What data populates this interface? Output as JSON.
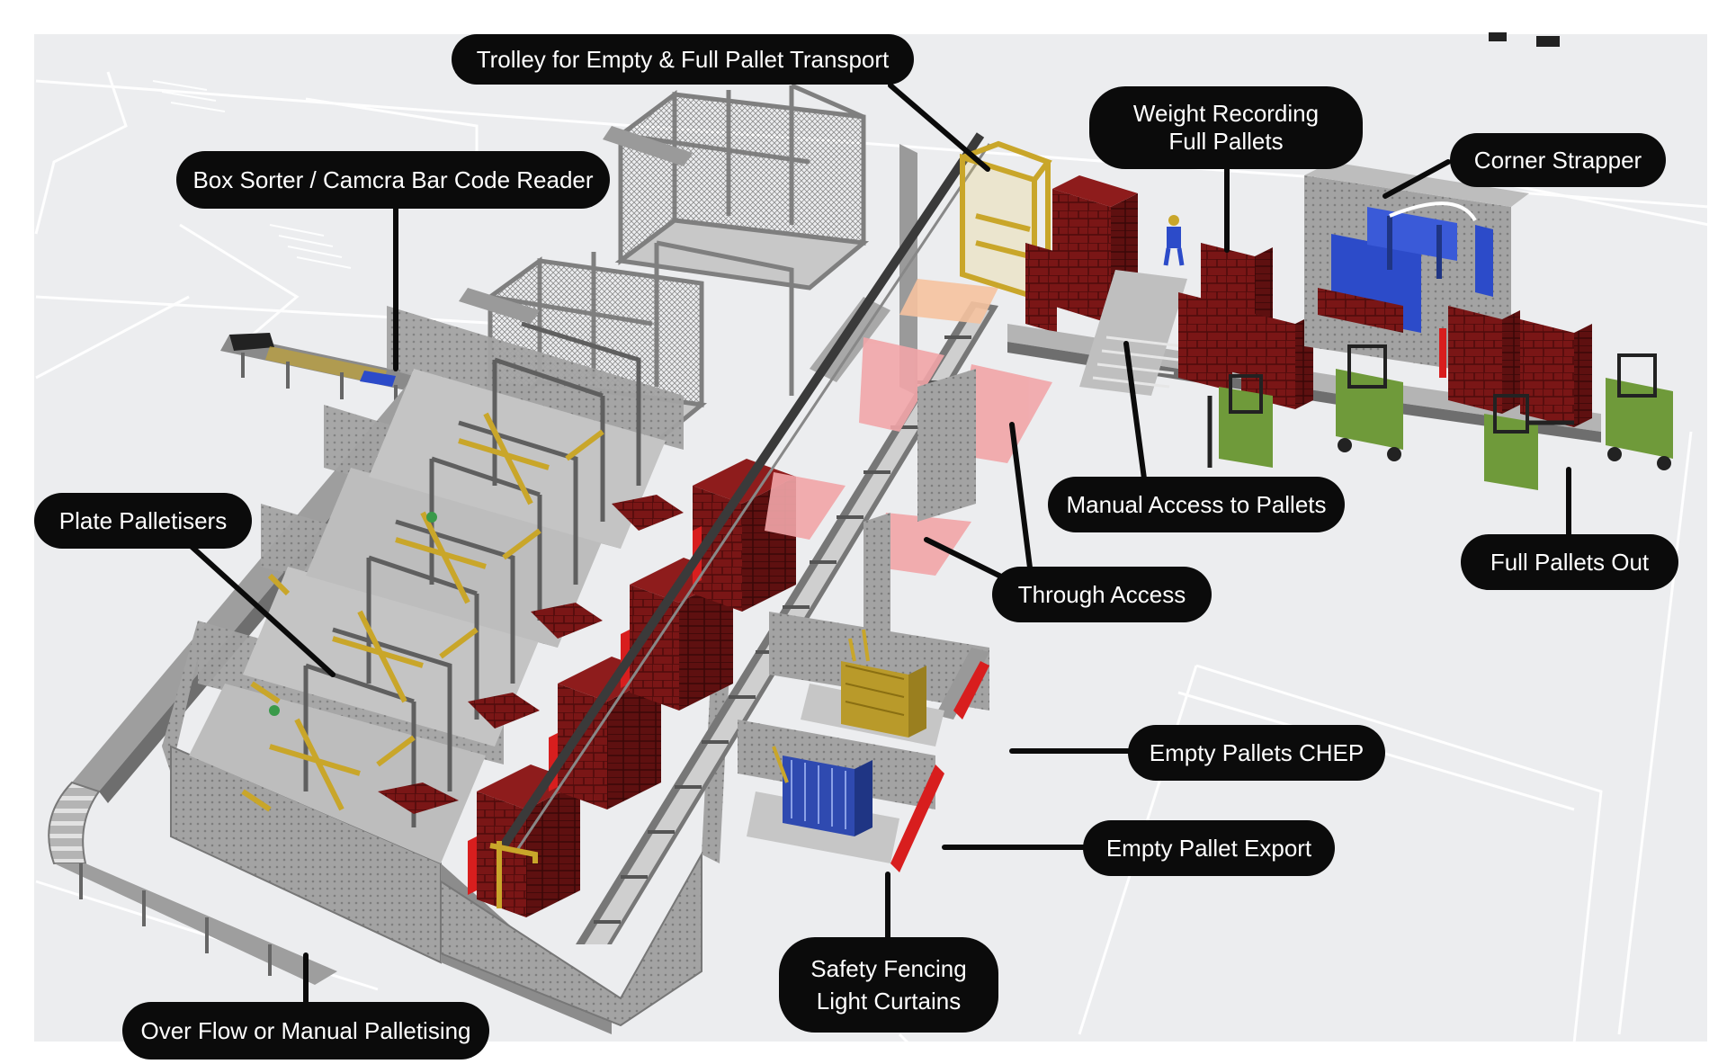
{
  "colors": {
    "background": "#ecedef",
    "floor_lines": "#ffffff",
    "fence": "#9b9b9b",
    "frame": "#8a8a8a",
    "gantry": "#c9a62a",
    "product": "#7a1616",
    "light_curtain": "#d81e1e",
    "access_zone": "#f2a5a8",
    "corner_strapper": "#2c4bc9",
    "forklift": "#6f9a3a",
    "callout": "#0b0b0b",
    "callout_text": "#ffffff"
  },
  "callouts": {
    "trolley": "Trolley for Empty & Full Pallet Transport",
    "box_sorter": "Box Sorter / Camcra Bar Code Reader",
    "weight_line1": "Weight Recording",
    "weight_line2": "Full Pallets",
    "corner_strapper": "Corner Strapper",
    "plate_palletisers": "Plate Palletisers",
    "manual_access": "Manual Access to Pallets",
    "through_access": "Through Access",
    "full_pallets_out": "Full Pallets Out",
    "empty_chep": "Empty Pallets CHEP",
    "empty_export": "Empty Pallet Export",
    "safety_line1": "Safety Fencing",
    "safety_line2": "Light Curtains",
    "overflow": "Over Flow or Manual Palletising"
  }
}
